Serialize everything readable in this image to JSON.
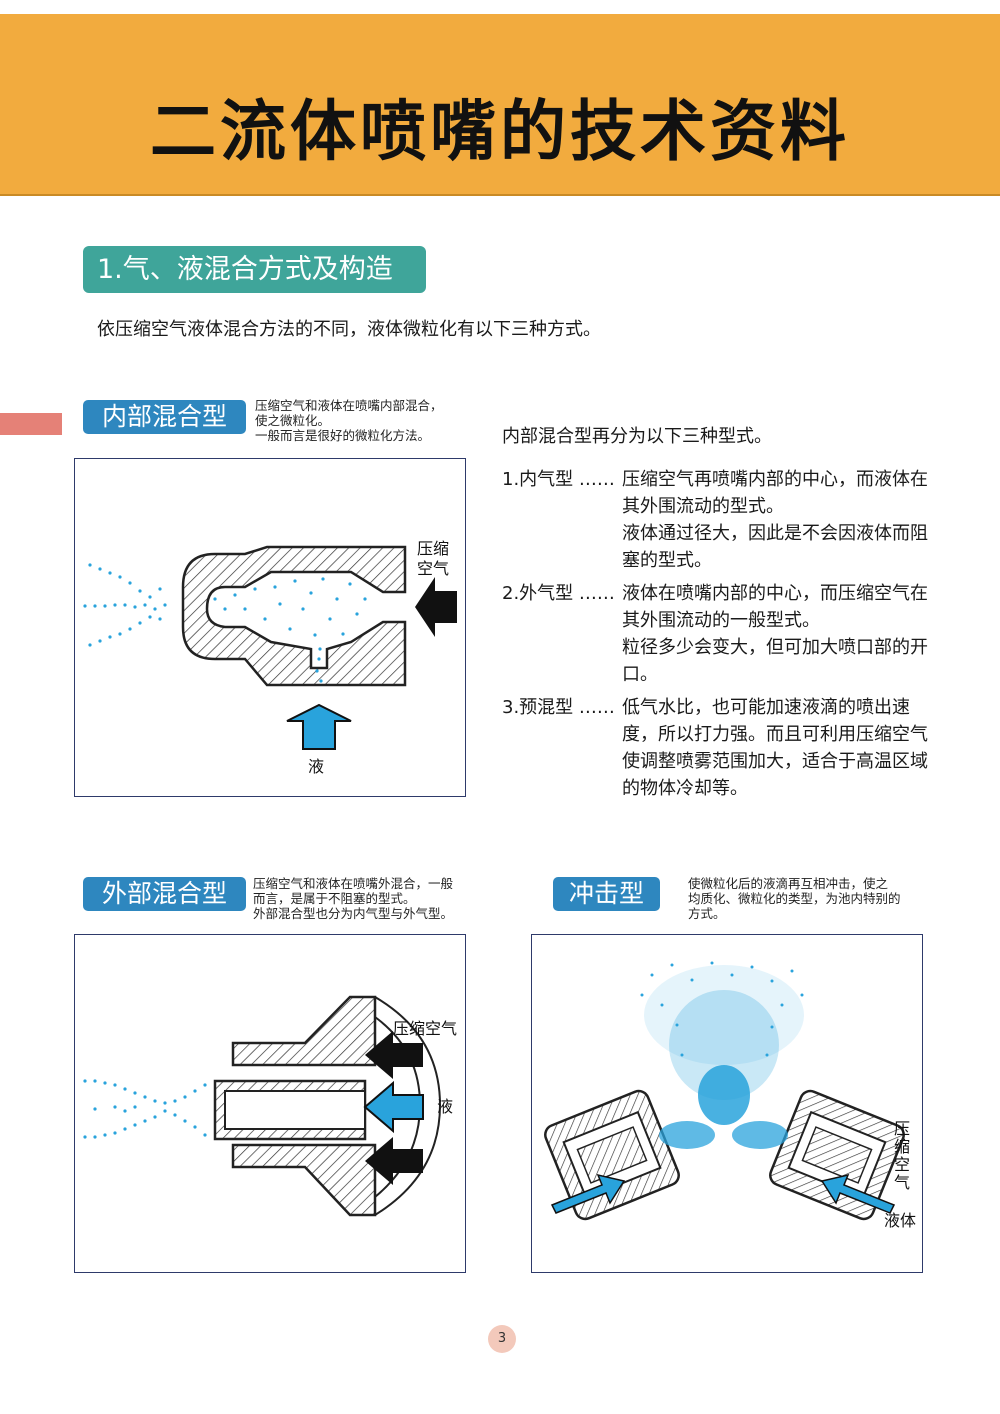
{
  "header": {
    "title": "二流体喷嘴的技术资料"
  },
  "section": {
    "title": "1.气、液混合方式及构造"
  },
  "intro": "依压缩空气液体混合方法的不同，液体微粒化有以下三种方式。",
  "internal": {
    "badge": "内部混合型",
    "note": [
      "压缩空气和液体在喷嘴内部混合，",
      "使之微粒化。",
      "一般而言是很好的微粒化方法。"
    ],
    "labels": {
      "air_line1": "压缩",
      "air_line2": "空气",
      "liquid": "液"
    }
  },
  "subtypes": {
    "intro": "内部混合型再分为以下三种型式。",
    "items": [
      {
        "name": "1.内气型 ……",
        "desc": [
          "压缩空气再喷嘴内部的中心，而液体在其外围流动的型式。",
          "液体通过径大，因此是不会因液体而阻塞的型式。"
        ]
      },
      {
        "name": "2.外气型 ……",
        "desc": [
          "液体在喷嘴内部的中心，而压缩空气在其外围流动的一般型式。",
          "粒径多少会变大，但可加大喷口部的开口。"
        ]
      },
      {
        "name": "3.预混型 ……",
        "desc": [
          "低气水比，也可能加速液滴的喷出速度，所以打力强。而且可利用压缩空气使调整喷雾范围加大，适合于高温区域的物体冷却等。"
        ]
      }
    ]
  },
  "external": {
    "badge": "外部混合型",
    "note": [
      "压缩空气和液体在喷嘴外混合，一般",
      "而言，是属于不阻塞的型式。",
      "外部混合型也分为内气型与外气型。"
    ],
    "labels": {
      "air": "压缩空气",
      "liquid": "液"
    }
  },
  "impact": {
    "badge": "冲击型",
    "note": [
      "使微粒化后的液滴再互相冲击，使之",
      "均质化、微粒化的类型，为池内特别的",
      "方式。"
    ],
    "labels": {
      "air_vertical": "压缩空气",
      "liquid": "液体"
    }
  },
  "page_number": "3",
  "colors": {
    "header": "#f2ab3e",
    "section_tab": "#3fa59a",
    "badge": "#2e87bf",
    "spray": "#29a3dc",
    "marker": "#e58177",
    "panel_border": "#2e3a6a"
  }
}
